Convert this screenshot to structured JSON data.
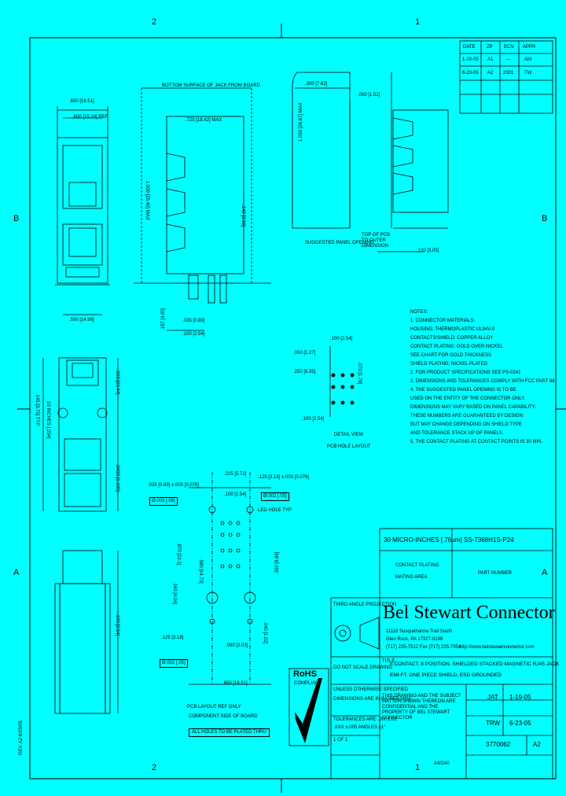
{
  "zones": {
    "top_left": "2",
    "top_right": "1",
    "bottom_left": "2",
    "bottom_right": "1",
    "left_b": "B",
    "right_b": "B",
    "left_a": "A",
    "right_a": "A"
  },
  "revision_table": {
    "headers": [
      "DATE",
      "ZP",
      "ECN",
      "APPR"
    ],
    "rows": [
      [
        "1-19-05",
        "A1",
        "—",
        "AM"
      ],
      [
        "6-23-05",
        "A2",
        "2301",
        "TW"
      ]
    ]
  },
  "dimensions": {
    "top_width": ".650 [16.51]",
    "top_width2": ".600 [15.24] REF",
    "side_note": "BOTTOM SURFACE OF JACK FROM BOARD",
    "side_depth": ".725 [18.42] MAX",
    "side_height": "1.000 [25.40] MAX",
    "side_tail": ".140 [3.56]",
    "pin_a": ".035 [0.89]",
    "pin_b": ".100 [2.54]",
    "pin_c": ".157 [4.00]",
    "front_bottom": ".590 [14.99]",
    "bezel_a": ".300 [7.62]",
    "bezel_b": ".060 [1.52]",
    "bezel_c": "1.050 [26.67] MAX",
    "bezel_note": "SUGGESTED PANEL OPENING",
    "bezel_note2": "TOP OF PCB TO OUTER DIMENSION",
    "bezel_d": ".120 [3.05]",
    "port_height": ".145 [3.70] TYP",
    "port_note": "10 INCHES [.254]",
    "port_a": ".923 [23.44]",
    "port_b": ".0433 [1.100]",
    "bottom_h": ".100 [2.54]"
  },
  "notes": [
    "NOTES:",
    "1. CONNECTOR MATERIALS:",
    "   HOUSING: THERMOPLASTIC UL94V-0",
    "   CONTACTS/SHIELD: COPPER ALLOY",
    "   CONTACT PLATING: GOLD OVER NICKEL",
    "   SEE CHART FOR GOLD THICKNESS",
    "   SHIELD PLATING: NICKEL PLATED",
    "2. FOR PRODUCT SPECIFICATIONS SEE PS-0241",
    "3. DIMENSIONS AND TOLERANCES COMPLY WITH FCC PART 68",
    "4. THE SUGGESTED PANEL OPENING IS TO BE",
    "   USED ON THE ENTITY OF THE CONNECTOR ONLY.",
    "   DIMENSIONS MAY VARY BASED ON PANEL CAPABILITY.",
    "   THESE NUMBERS ARE GUARANTEED BY DESIGN",
    "   BUT MAY CHANGE DEPENDING ON SHIELD TYPE",
    "   AND TOLERANCE STACK UP OF PANELS.",
    "5. THE CONTACT PLATING AT CONTACT POINTS IS 30 MIN."
  ],
  "pcb_layout": {
    "dim_a": ".100 [2.54]",
    "dim_b": ".050 [1.27]",
    "dim_c": ".250 [6.35]",
    "dim_d": ".100 [2.54]",
    "dim_e": ".070 [1.78]",
    "dim_f": ".100 [2.54]",
    "label": "DETAIL VIEW",
    "sub": "PCB HOLE LAYOUT",
    "hole_a": ".035 [0.89] ±.003 [0.076]",
    "hole_b": ".125 [3.18] ±.003 [0.076]",
    "hole_c": "LED HOLE TYP",
    "dim_g": ".225 [5.72]",
    "dim_h": ".870 [22.1]",
    "dim_i": ".580 [14.73]",
    "dim_j": ".350 [8.89]",
    "dim_k": ".160 [4.06]",
    "dim_l": ".080 [2.03]",
    "dim_m": ".040 [1.02]",
    "dim_n": ".125 [3.18]",
    "dim_o": ".650 [16.51]",
    "box_1": "Ø.003 [.08]",
    "box_2": "Ø.002 [.05]",
    "box_3": "Ø.002 [.05]",
    "note_1": "PCB LAYOUT REF ONLY",
    "note_2": "COMPONENT SIDE OF BOARD",
    "note_3": "ALL HOLES TO BE PLATED THRU"
  },
  "plating": {
    "value": "30 MICRO-INCHES [.76µm]",
    "label1": "CONTACT PLATING",
    "label2": "MATING AREA",
    "part_number": "SS-7368H1S-P24",
    "part_label": "PART NUMBER"
  },
  "title_block": {
    "projection": "THIRD ANGLE PROJECTION",
    "company": "Bel Stewart Connector",
    "address1": "11118 Susquehanna Trail South",
    "address2": "Glen Rock, PA  17327-9199",
    "phone": "(717) 235-7512  Fax (717) 235-7954",
    "web": "http://www.belstewartconnector.com",
    "do_not_scale": "DO NOT SCALE DRAWING",
    "unless": "UNLESS OTHERWISE SPECIFIED",
    "dims": "DIMENSIONS ARE IN INCHES [mm]",
    "tol1": "TOLERANCES ARE: .XX ±.02",
    "tol2": ".XXX ±.005  ANGLES ±1°",
    "title_label": "TITLE",
    "title1": "8 CONTACT, 8 POSITION, SHIELDED STACKED MAGNETIC RJ45 JACK",
    "title2": "EMI-FT. ONE PIECE SHIELD, ESD GROUNDED",
    "drawn": "JAT",
    "drawn_date": "1-19-05",
    "approved": "TRW",
    "approved_date": "6-23-05",
    "dwg_no": "3770062",
    "rev": "A2",
    "sheet": "1 OF 1",
    "rohs": "RoHS",
    "rohs_sub": "COMPLIANT",
    "proprietary": "THIS DRAWING AND THE SUBJECT MATTER SHOWN THEREON ARE CONFIDENTIAL AND THE PROPERTY OF BEL STEWART CONNECTOR",
    "a_size": "A4/2A0"
  },
  "colors": {
    "background": "#00FFFF",
    "ink": "#000000"
  },
  "side_text": "REV. A2 6/23/05"
}
